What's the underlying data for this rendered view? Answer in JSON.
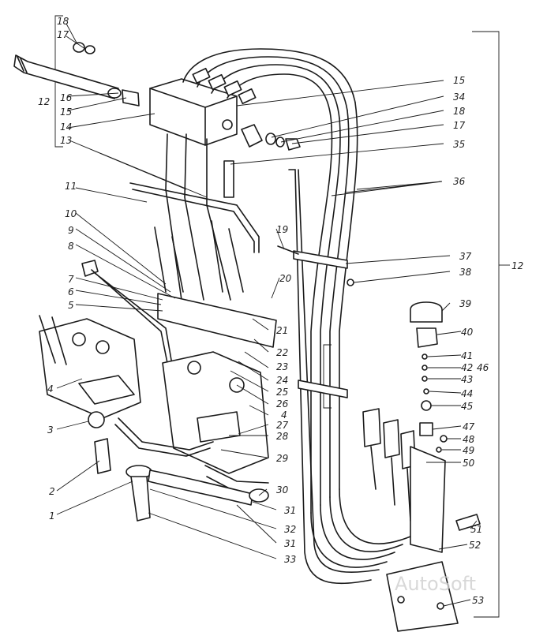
{
  "labels": {
    "l1": "1",
    "l2": "2",
    "l3": "3",
    "l4a": "4",
    "l4b": "4",
    "l5": "5",
    "l6": "6",
    "l7": "7",
    "l8": "8",
    "l9": "9",
    "l10": "10",
    "l11": "11",
    "l12a": "12",
    "l12b": "12",
    "l13": "13",
    "l14": "14",
    "l15a": "15",
    "l15b": "15",
    "l16": "16",
    "l17a": "17",
    "l17b": "17",
    "l18a": "18",
    "l18b": "18",
    "l19": "19",
    "l20": "20",
    "l21": "21",
    "l22": "22",
    "l23": "23",
    "l24": "24",
    "l25": "25",
    "l26": "26",
    "l27": "27",
    "l28": "28",
    "l29": "29",
    "l30": "30",
    "l31a": "31",
    "l31b": "31",
    "l32": "32",
    "l33": "33",
    "l34": "34",
    "l35": "35",
    "l36": "36",
    "l37": "37",
    "l38": "38",
    "l39": "39",
    "l40": "40",
    "l41": "41",
    "l42": "42",
    "l43": "43",
    "l44": "44",
    "l45": "45",
    "l46": "46",
    "l47": "47",
    "l48": "48",
    "l49": "49",
    "l50": "50",
    "l51": "51",
    "l52": "52",
    "l53": "53"
  },
  "watermark": "AutoSoft",
  "colors": {
    "ink": "#1a1a1a",
    "background": "#ffffff"
  }
}
